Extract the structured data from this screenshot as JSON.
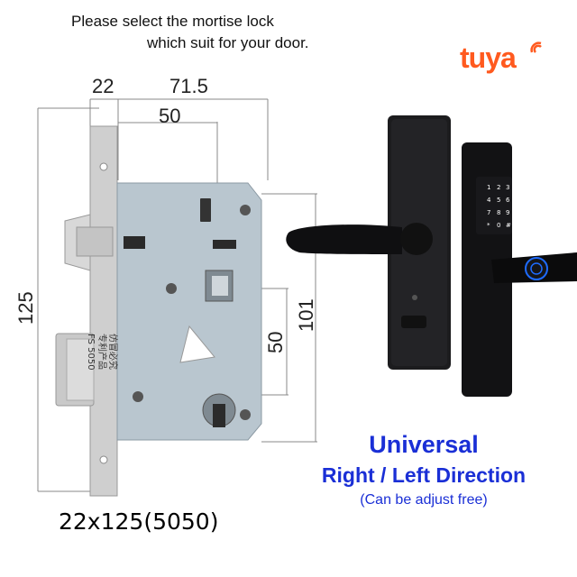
{
  "header": {
    "line1": "Please select the mortise lock",
    "line2": "which suit for your door."
  },
  "brand": {
    "name": "tuya"
  },
  "dimensions": {
    "faceplate_width": "22",
    "backset_total": "71.5",
    "backset": "50",
    "height": "125",
    "case_height": "101",
    "center_distance": "50"
  },
  "case_markings": {
    "model": "FS 5050",
    "text_a": "专利产品",
    "text_b": "仿冒必究"
  },
  "size_label": "22x125(5050)",
  "features": {
    "title": "Universal",
    "direction": "Right / Left Direction",
    "note": "(Can be adjust free)"
  },
  "colors": {
    "brand": "#ff5a1f",
    "feature_text": "#1a2fd6",
    "lock_body": "#1c1c1e",
    "case_plate": "#b9c6cf",
    "faceplate": "#cfcfcf"
  }
}
